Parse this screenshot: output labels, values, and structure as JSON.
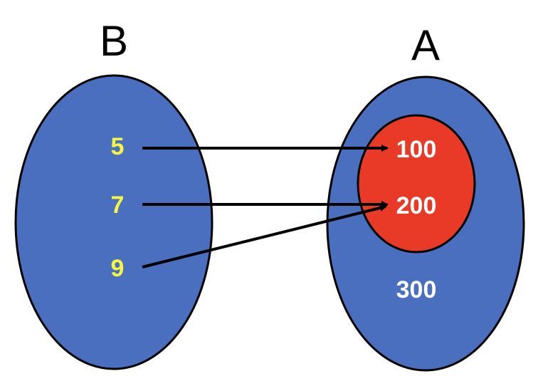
{
  "sets": {
    "left": {
      "label": "B",
      "fill": "#4a6fbf",
      "elements": [
        "5",
        "7",
        "9"
      ],
      "element_color": "#f5f542"
    },
    "right": {
      "label": "A",
      "fill": "#4a6fbf",
      "inner_fill": "#e83a26",
      "inner_elements": [
        "100",
        "200"
      ],
      "outer_elements": [
        "300"
      ],
      "element_color": "#ffffff"
    }
  },
  "mapping": [
    {
      "from": "5",
      "to": "100"
    },
    {
      "from": "7",
      "to": "200"
    },
    {
      "from": "9",
      "to": "200"
    }
  ],
  "colors": {
    "outline": "#000000",
    "arrow": "#000000"
  }
}
